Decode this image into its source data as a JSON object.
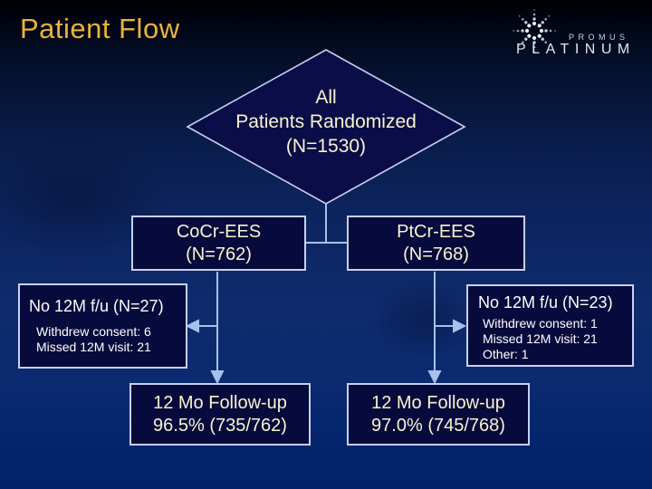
{
  "slide": {
    "title": "Patient Flow",
    "logo": {
      "brand_top": "PROMUS",
      "brand_bottom": "PLATINUM"
    }
  },
  "flow": {
    "randomized": {
      "lines": [
        "All",
        "Patients Randomized",
        "(N=1530)"
      ]
    },
    "arm_left": {
      "name": "CoCr-EES",
      "n": "(N=762)"
    },
    "arm_right": {
      "name": "PtCr-EES",
      "n": "(N=768)"
    },
    "dropout_left": {
      "title": "No 12M f/u (N=27)",
      "details": [
        "Withdrew consent: 6",
        "Missed 12M visit: 21"
      ]
    },
    "dropout_right": {
      "title": "No 12M f/u (N=23)",
      "details": [
        "Withdrew consent: 1",
        "Missed 12M visit: 21",
        "Other: 1"
      ]
    },
    "followup_left": {
      "title": "12 Mo Follow-up",
      "value": "96.5% (735/762)"
    },
    "followup_right": {
      "title": "12 Mo Follow-up",
      "value": "97.0% (745/768)"
    }
  },
  "colors": {
    "title_text": "#EBB23F",
    "node_text": "#F8F4D0",
    "dropout_text": "#FFFFFF",
    "box_border": "#C7D1F0",
    "box_fill": "#070A3C",
    "connector": "#A9C0EA",
    "background_top": "#000004",
    "background_bottom": "#01226A"
  }
}
